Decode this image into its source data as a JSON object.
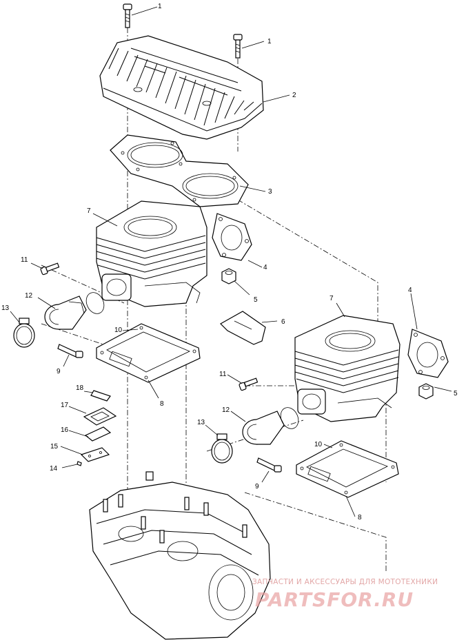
{
  "diagram": {
    "callouts": [
      {
        "id": "c1a",
        "label": "1"
      },
      {
        "id": "c1b",
        "label": "1"
      },
      {
        "id": "c2",
        "label": "2"
      },
      {
        "id": "c3",
        "label": "3"
      },
      {
        "id": "c7a",
        "label": "7"
      },
      {
        "id": "c4a",
        "label": "4"
      },
      {
        "id": "c11a",
        "label": "11"
      },
      {
        "id": "c5a",
        "label": "5"
      },
      {
        "id": "c12a",
        "label": "12"
      },
      {
        "id": "c13a",
        "label": "13"
      },
      {
        "id": "c10a",
        "label": "10"
      },
      {
        "id": "c6",
        "label": "6"
      },
      {
        "id": "c7b",
        "label": "7"
      },
      {
        "id": "c4b",
        "label": "4"
      },
      {
        "id": "c9a",
        "label": "9"
      },
      {
        "id": "c8a",
        "label": "8"
      },
      {
        "id": "c5b",
        "label": "5"
      },
      {
        "id": "c11b",
        "label": "11"
      },
      {
        "id": "c18",
        "label": "18"
      },
      {
        "id": "c17",
        "label": "17"
      },
      {
        "id": "c12b",
        "label": "12"
      },
      {
        "id": "c13b",
        "label": "13"
      },
      {
        "id": "c10b",
        "label": "10"
      },
      {
        "id": "c16",
        "label": "16"
      },
      {
        "id": "c15",
        "label": "15"
      },
      {
        "id": "c14",
        "label": "14"
      },
      {
        "id": "c9b",
        "label": "9"
      },
      {
        "id": "c8b",
        "label": "8"
      }
    ]
  },
  "watermark": {
    "tagline": "ЗАПЧАСТИ И АКСЕССУАРЫ ДЛЯ МОТОТЕХНИКИ",
    "brand": "PARTSFOR.RU"
  }
}
